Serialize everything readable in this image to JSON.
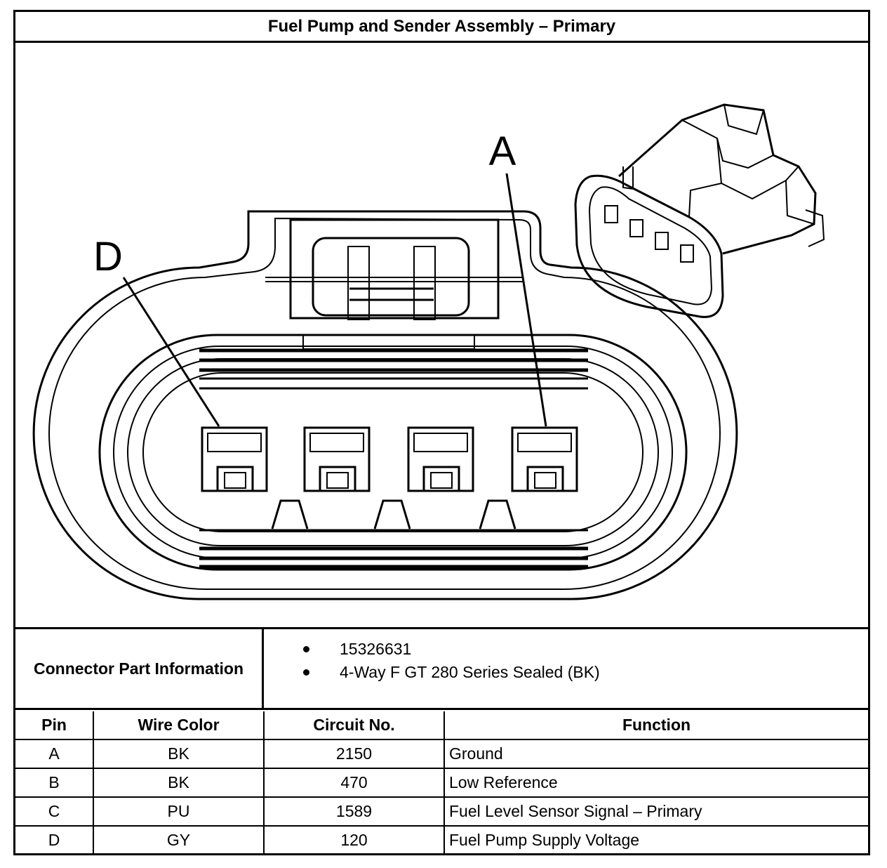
{
  "title": "Fuel Pump and Sender Assembly – Primary",
  "diagram": {
    "label_a": "A",
    "label_d": "D"
  },
  "connector_info": {
    "label": "Connector Part Information",
    "items": [
      "15326631",
      "4-Way F GT 280 Series Sealed (BK)"
    ]
  },
  "table": {
    "headers": [
      "Pin",
      "Wire Color",
      "Circuit No.",
      "Function"
    ],
    "rows": [
      {
        "pin": "A",
        "wire_color": "BK",
        "circuit": "2150",
        "function": "Ground"
      },
      {
        "pin": "B",
        "wire_color": "BK",
        "circuit": "470",
        "function": "Low Reference"
      },
      {
        "pin": "C",
        "wire_color": "PU",
        "circuit": "1589",
        "function": "Fuel Level Sensor Signal – Primary"
      },
      {
        "pin": "D",
        "wire_color": "GY",
        "circuit": "120",
        "function": "Fuel Pump Supply Voltage"
      }
    ]
  }
}
